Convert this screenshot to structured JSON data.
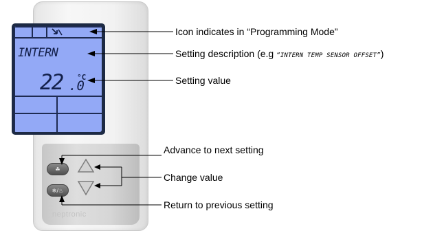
{
  "device": {
    "lcd": {
      "setting_description": "INTERN",
      "setting_value_main": "22",
      "setting_value_decimal": ".0",
      "setting_unit": "°C"
    },
    "buttons": {
      "advance_button_symbol": "☘",
      "mode_button_symbol": "❄/♨"
    },
    "brand": "neptronic"
  },
  "annotations": {
    "programming_mode": "Icon indicates in “Programming Mode”",
    "setting_description_prefix": "Setting description (e.g ",
    "setting_description_example": "“INTERN TEMP SENSOR OFFSET”",
    "setting_description_suffix": ")",
    "setting_value": "Setting value",
    "advance": "Advance to next setting",
    "change_value": "Change value",
    "return": "Return to previous setting"
  }
}
